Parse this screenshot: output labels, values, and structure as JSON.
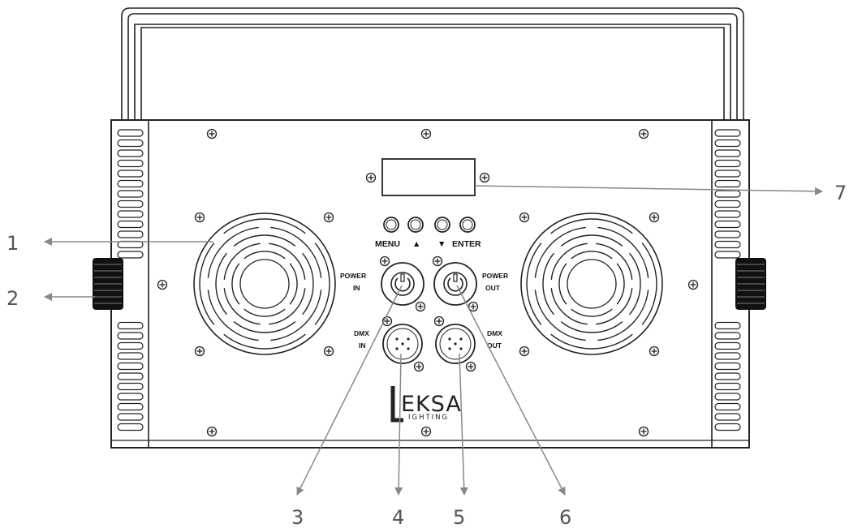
{
  "callouts": {
    "c1": "1",
    "c2": "2",
    "c3": "3",
    "c4": "4",
    "c5": "5",
    "c6": "6",
    "c7": "7"
  },
  "panel": {
    "menu": "MENU",
    "up_symbol": "▲",
    "down_symbol": "▼",
    "enter": "ENTER",
    "power_in_line1": "POWER",
    "power_in_line2": "IN",
    "power_out_line1": "POWER",
    "power_out_line2": "OUT",
    "dmx_in_line1": "DMX",
    "dmx_in_line2": "IN",
    "dmx_out_line1": "DMX",
    "dmx_out_line2": "OUT"
  },
  "logo": {
    "brand": "EKSA",
    "sub": "IGHTING"
  }
}
